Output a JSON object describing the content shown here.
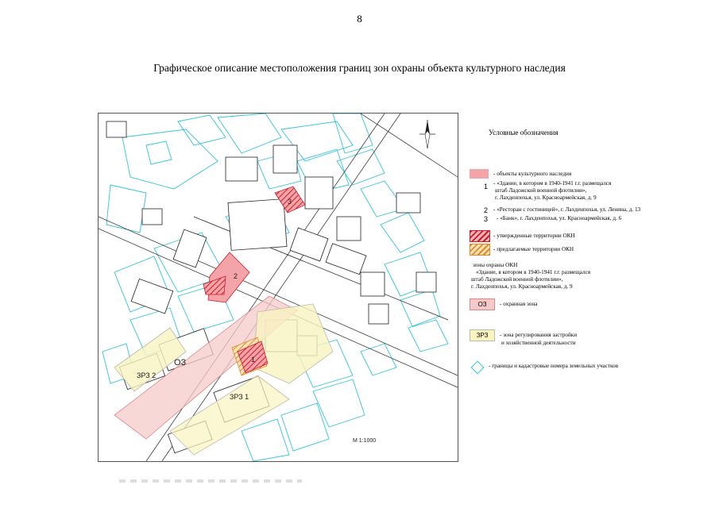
{
  "page": {
    "number": "8"
  },
  "title": "Графическое описание местоположения границ зон охраны объекта культурного наследия",
  "map": {
    "scale": "М 1:1000",
    "zone_labels": {
      "oz": "ОЗ",
      "zrz1": "ЗРЗ 1",
      "zrz2": "ЗРЗ 2"
    },
    "object_labels": [
      "1",
      "2",
      "3"
    ],
    "colors": {
      "okn": "#f4a3a8",
      "oz": "#f6c9c9",
      "zrz": "#f8f3bf",
      "boundary": "#33c4d8",
      "approved": "#c81e2a",
      "proposed": "#e08a2a"
    }
  },
  "legend": {
    "title": "Условные обозначения",
    "okn_objects": "- объекты культурного наследия",
    "items": [
      {
        "num": "1",
        "line1": "- «Здание, в котором в 1940-1941 г.г. размещался",
        "line2": "штаб Ладожской военной флотилии»,",
        "line3": "г. Лахденпохья, ул. Красноармейская, д. 9"
      },
      {
        "num": "2",
        "line1": "- «Ресторан с гостиницей», г. Лахденпохья, ул. Ленина, д. 13"
      },
      {
        "num": "3",
        "line1": "- «Банк», г. Лахденпохья, ул. Красноармейская, д. 6"
      }
    ],
    "approved_territories": "- утвержденные территории ОКН",
    "proposed_territories": "- предлагаемые территории ОКН",
    "protection_zones": {
      "line1": "зоны охраны ОКН",
      "line2": "«Здание, в котором в 1940-1941 г.г. размещался",
      "line3": "штаб Ладожской военной флотилии»,",
      "line4": "г. Лахденпохья, ул. Красноармейская, д. 9"
    },
    "oz_code": "ОЗ",
    "oz_text": "- охранная зона",
    "zrz_code": "ЗРЗ",
    "zrz_text1": "- зона регулирования застройки",
    "zrz_text2": "и хозяйственной деятельности",
    "boundaries": "- границы и кадастровые номера земельных участков"
  }
}
